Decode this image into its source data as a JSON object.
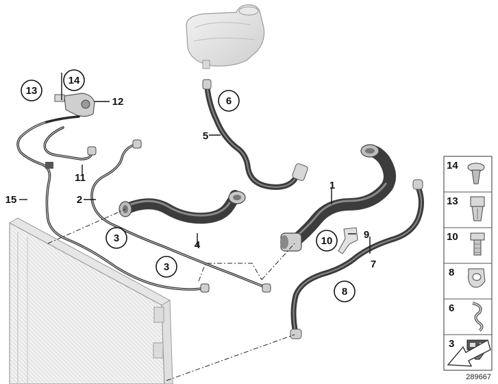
{
  "diagram": {
    "reference_number": "289667",
    "callouts": [
      {
        "id": "c1",
        "label": "1"
      },
      {
        "id": "c2",
        "label": "2"
      },
      {
        "id": "c3a",
        "label": "3"
      },
      {
        "id": "c3b",
        "label": "3"
      },
      {
        "id": "c4",
        "label": "4"
      },
      {
        "id": "c5",
        "label": "5"
      },
      {
        "id": "c6",
        "label": "6"
      },
      {
        "id": "c7",
        "label": "7"
      },
      {
        "id": "c8",
        "label": "8"
      },
      {
        "id": "c9",
        "label": "9"
      },
      {
        "id": "c10",
        "label": "10"
      },
      {
        "id": "c11",
        "label": "11"
      },
      {
        "id": "c12",
        "label": "12"
      },
      {
        "id": "c13",
        "label": "13"
      },
      {
        "id": "c14",
        "label": "14"
      },
      {
        "id": "c15",
        "label": "15"
      }
    ],
    "side_panel": {
      "items": [
        {
          "label": "14",
          "icon": "screw-rivet-icon"
        },
        {
          "label": "13",
          "icon": "expanding-nut-icon"
        },
        {
          "label": "10",
          "icon": "bolt-icon"
        },
        {
          "label": "8",
          "icon": "hose-clip-icon"
        },
        {
          "label": "6",
          "icon": "spring-clamp-icon"
        },
        {
          "label": "3",
          "icon": "pipe-clip-icon"
        }
      ],
      "footer_icon": "direction-arrow-icon"
    }
  }
}
